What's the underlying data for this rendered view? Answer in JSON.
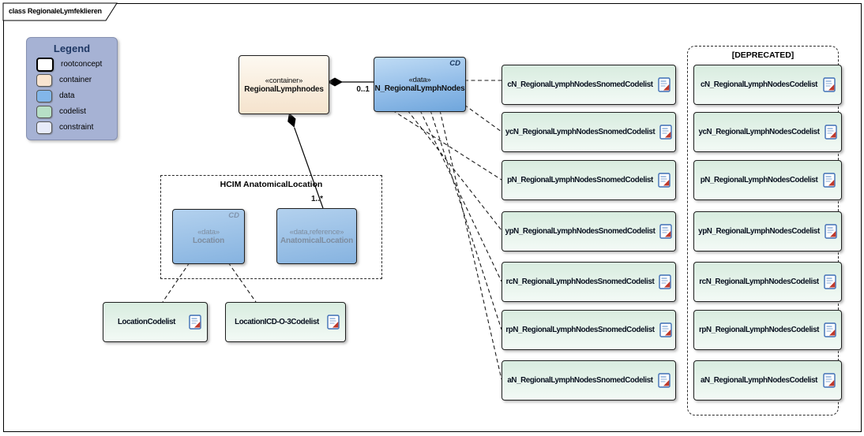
{
  "frame": {
    "title": "class RegionaleLymfeklieren"
  },
  "legend": {
    "title": "Legend",
    "items": [
      {
        "label": "rootconcept",
        "color": "#ffffff"
      },
      {
        "label": "container",
        "color": "#f8e4d0"
      },
      {
        "label": "data",
        "color": "#82b6e9"
      },
      {
        "label": "codelist",
        "color": "#b7dfc6"
      },
      {
        "label": "constraint",
        "color": "#e7ebf9"
      }
    ]
  },
  "nodes": {
    "container": {
      "stereotype": "«container»",
      "name": "RegionalLymphnodes"
    },
    "n_regional": {
      "stereotype": "«data»",
      "name": "N_RegionalLymphNodes",
      "tag": "CD"
    },
    "location": {
      "stereotype": "«data»",
      "name": "Location",
      "tag": "CD"
    },
    "anatomical": {
      "stereotype": "«data,reference»",
      "name": "AnatomicalLocation"
    }
  },
  "relations": {
    "n_regional_multiplicity": "0..1",
    "anatomical_multiplicity": "1..*"
  },
  "hcim_group": {
    "title": "HCIM AnatomicalLocation"
  },
  "location_codelists": [
    "LocationCodelist",
    "LocationICD-O-3Codelist"
  ],
  "snomed_codelists": [
    "cN_RegionalLymphNodesSnomedCodelist",
    "ycN_RegionalLymphNodesSnomedCodelist",
    "pN_RegionalLymphNodesSnomedCodelist",
    "ypN_RegionalLymphNodesSnomedCodelist",
    "rcN_RegionalLymphNodesSnomedCodelist",
    "rpN_RegionalLymphNodesSnomedCodelist",
    "aN_RegionalLymphNodesSnomedCodelist"
  ],
  "deprecated_group": {
    "title": "[DEPRECATED]",
    "items": [
      "cN_RegionalLymphNodesCodelist",
      "ycN_RegionalLymphNodesCodelist",
      "pN_RegionalLymphNodesCodelist",
      "ypN_RegionalLymphNodesCodelist",
      "rcN_RegionalLymphNodesCodelist",
      "rpN_RegionalLymphNodesCodelist",
      "aN_RegionalLymphNodesCodelist"
    ]
  },
  "icons": {
    "document": "document-icon"
  }
}
